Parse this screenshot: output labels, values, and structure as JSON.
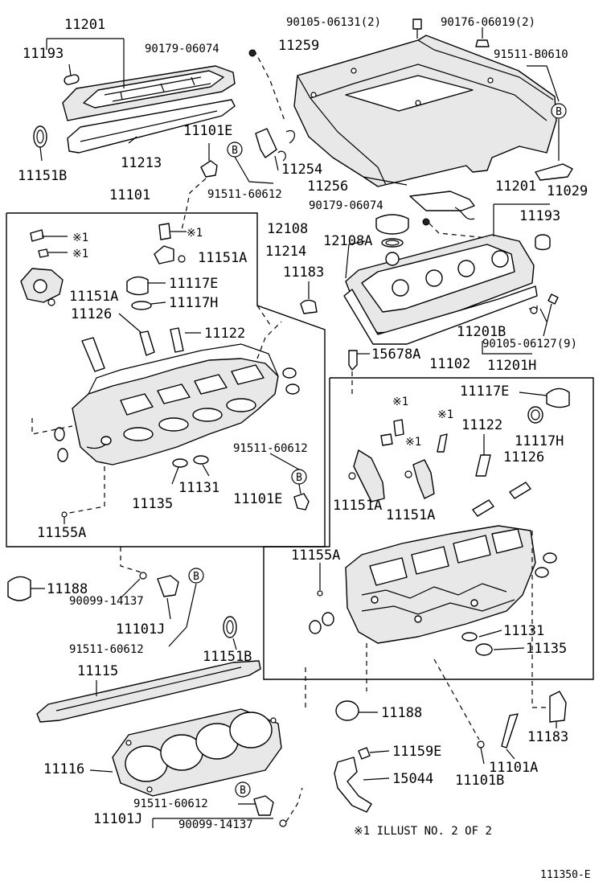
{
  "labels": {
    "p11201_top": "11201",
    "p11193_top": "11193",
    "p11151b_top": "11151B",
    "p11213": "11213",
    "p90179_top": "90179-06074",
    "p90105_06131": "90105-06131(2)",
    "p90176": "90176-06019(2)",
    "p11259": "11259",
    "p91511_b0610": "91511-B0610",
    "p11101e_top": "11101E",
    "p11254": "11254",
    "p91511_60612_a": "91511-60612",
    "p11256": "11256",
    "p11029": "11029",
    "p11101": "11101",
    "p90179_mid": "90179-06074",
    "p11201_right": "11201",
    "p11193_right": "11193",
    "p12108": "12108",
    "p12108a": "12108A",
    "p11214": "11214",
    "p11151a_1": "11151A",
    "p11117e_left": "11117E",
    "p11151a_2": "11151A",
    "p11117h_left": "11117H",
    "p11126_left": "11126",
    "p11183_top": "11183",
    "p11122_left": "11122",
    "p11201b": "11201B",
    "p90105_06127": "90105-06127(9)",
    "p15678a": "15678A",
    "p11102": "11102",
    "p11201h": "11201H",
    "p11117e_right": "11117E",
    "p11122_right": "11122",
    "p11117h_right": "11117H",
    "p11126_right": "11126",
    "p91511_60612_b": "91511-60612",
    "p11101e_mid": "11101E",
    "p11135_left": "11135",
    "p11131_left": "11131",
    "p11151a_3": "11151A",
    "p11151a_4": "11151A",
    "p11155a_left": "11155A",
    "p11155a_right": "11155A",
    "p11188_left": "11188",
    "p90099_a": "90099-14137",
    "p11101j_a": "11101J",
    "p91511_60612_c": "91511-60612",
    "p11151b_mid": "11151B",
    "p11131_right": "11131",
    "p11135_right": "11135",
    "p11115": "11115",
    "p11188_right": "11188",
    "p11183_bottom": "11183",
    "p11116": "11116",
    "p11159e": "11159E",
    "p11101a": "11101A",
    "p15044": "15044",
    "p11101b": "11101B",
    "p91511_60612_d": "91511-60612",
    "p11101j_b": "11101J",
    "p90099_b": "90099-14137",
    "note": "※1 ILLUST NO. 2 OF 2",
    "drawing_no": "111350-E"
  },
  "markers": {
    "b": "B",
    "ref1": "※1"
  }
}
